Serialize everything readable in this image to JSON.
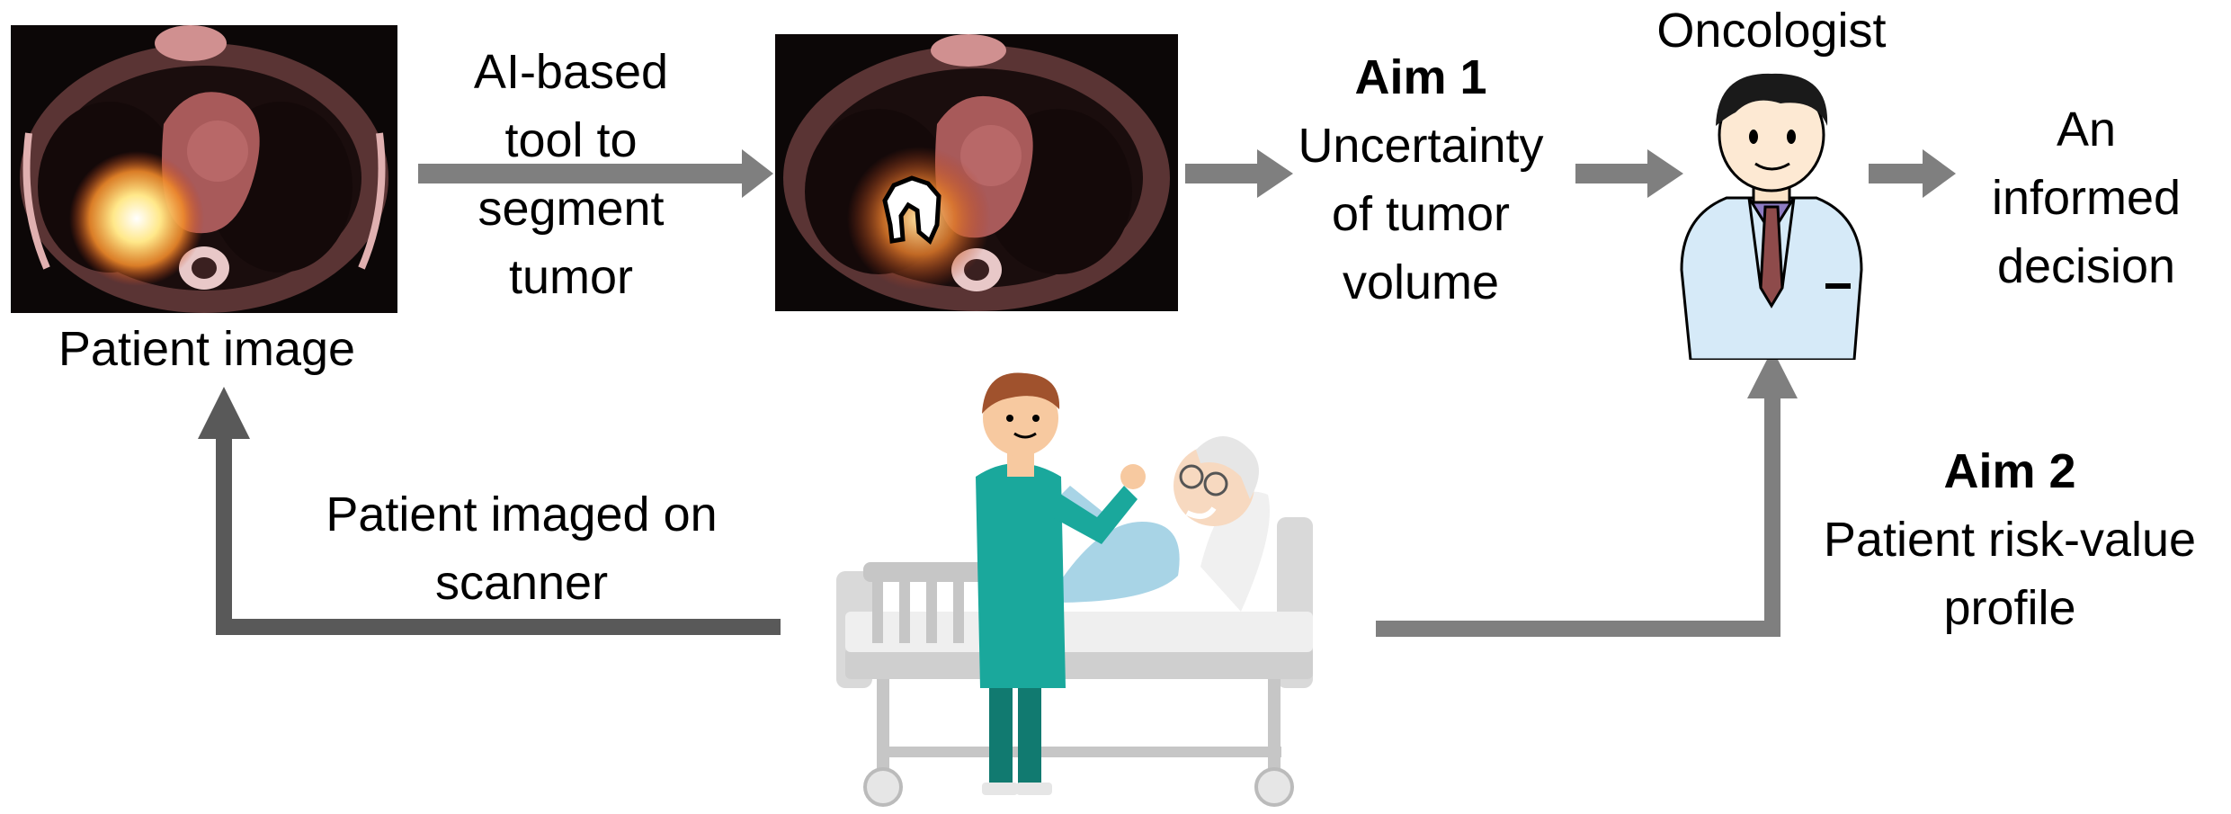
{
  "labels": {
    "patient_image": "Patient image",
    "ai_tool": [
      "AI-based",
      "tool to",
      "segment",
      "tumor"
    ],
    "aim1_title": "Aim 1",
    "aim1_text": [
      "Uncertainty",
      "of tumor",
      "volume"
    ],
    "oncologist": "Oncologist",
    "decision": [
      "An",
      "informed",
      "decision"
    ],
    "aim2_title": "Aim 2",
    "aim2_text": [
      "Patient risk-value",
      "profile"
    ],
    "imaged": [
      "Patient imaged on",
      "scanner"
    ]
  },
  "colors": {
    "arrow": "#7f7f7f",
    "arrow_dark": "#595959",
    "scan_bg": "#0c0707",
    "tissue": "#a85a5a",
    "tumor_glow": "#ffd66b",
    "scrubs": "#1aa89c",
    "patient_gown": "#a8d4e6",
    "coat": "#d6eaf8",
    "bed": "#d9d9d9"
  },
  "icons": [
    "ct-scan-image",
    "segmented-scan-image",
    "oncologist-illustration",
    "patient-bed-illustration",
    "nurse-illustration"
  ]
}
